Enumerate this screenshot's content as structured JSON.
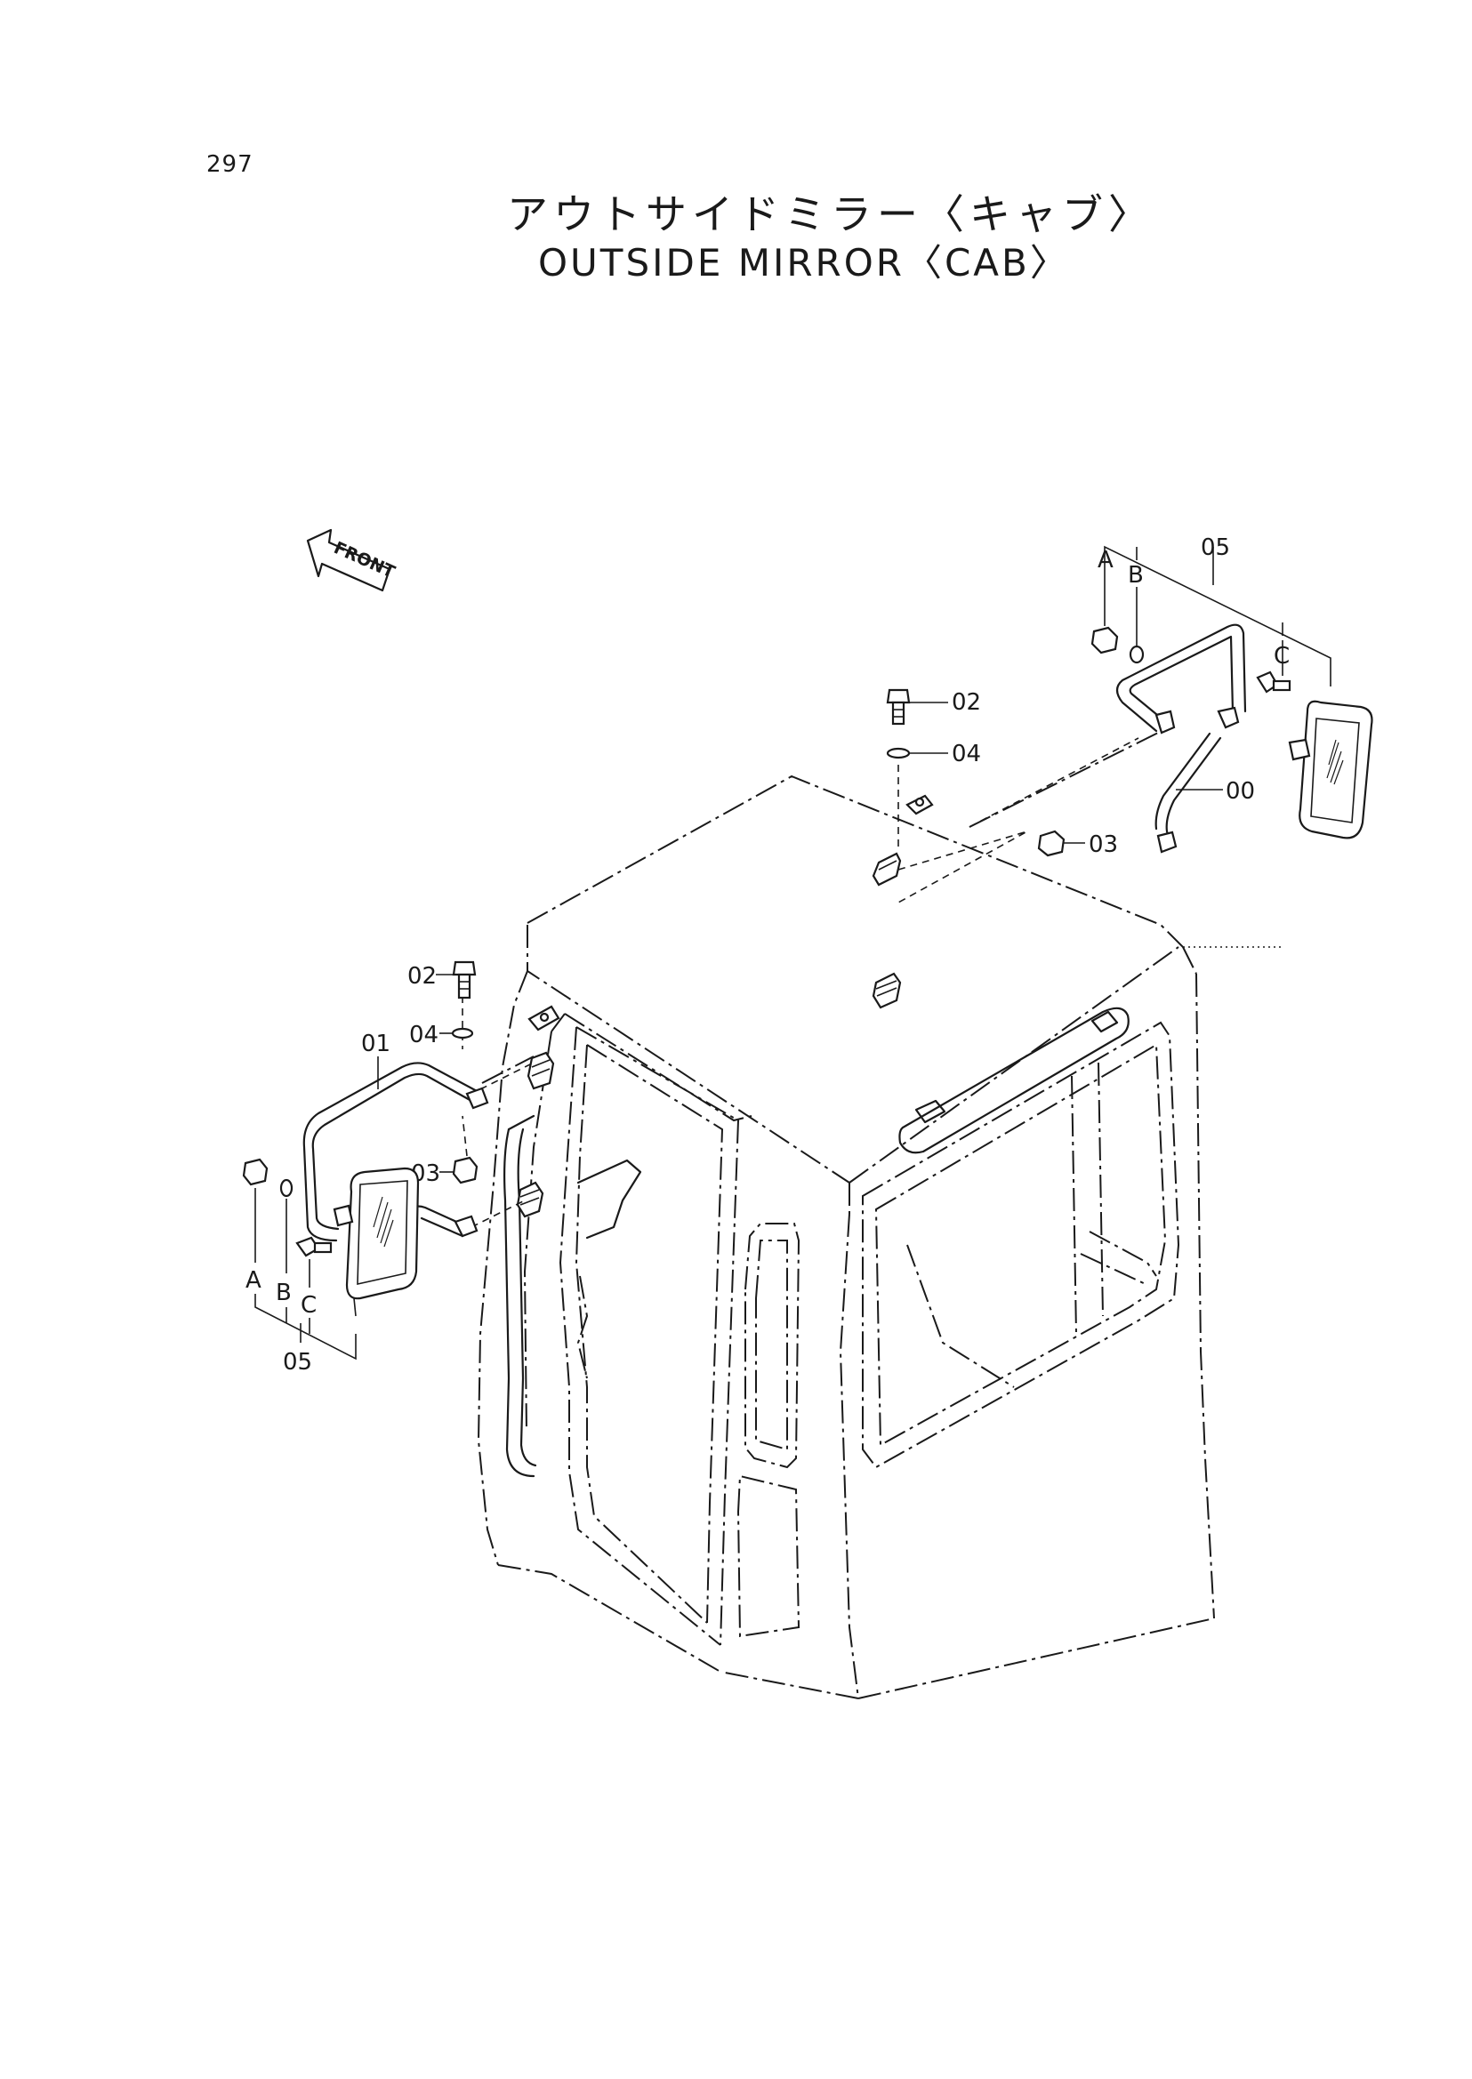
{
  "page": {
    "number": "297",
    "title_jp": "アウトサイドミラー〈キャブ〉",
    "title_en": "OUTSIDE MIRROR〈CAB〉"
  },
  "direction_marker": {
    "label": "FRONT",
    "icon": "front-arrow-icon"
  },
  "callouts": {
    "right_assembly": {
      "assembly": "05",
      "a": "A",
      "b": "B",
      "c": "C",
      "bolt": "02",
      "washer": "04",
      "nut": "03",
      "arm": "00"
    },
    "left_assembly": {
      "assembly": "05",
      "a": "A",
      "b": "B",
      "c": "C",
      "bolt": "02",
      "washer": "04",
      "nut": "03",
      "arm": "01"
    }
  },
  "colors": {
    "ink": "#1a1a1a",
    "paper": "#ffffff"
  }
}
